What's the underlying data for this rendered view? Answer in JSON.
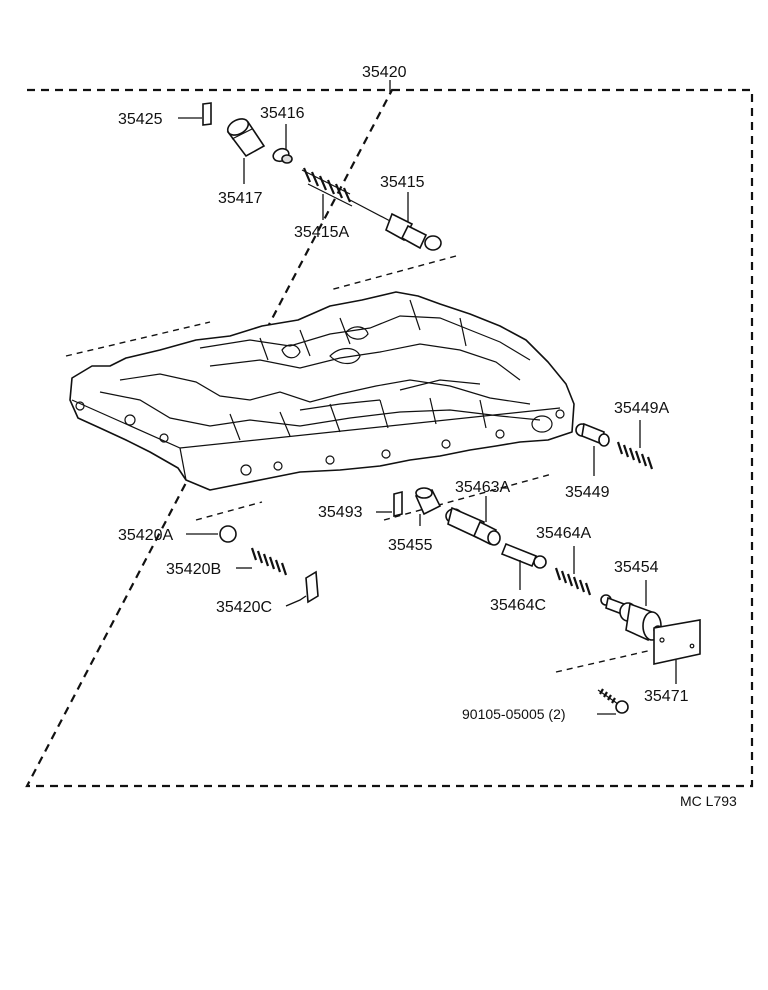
{
  "diagram": {
    "assembly_number": "35420",
    "reference_code": "MC L793",
    "callouts": {
      "c35425": "35425",
      "c35416": "35416",
      "c35417": "35417",
      "c35415": "35415",
      "c35415A": "35415A",
      "c35449A": "35449A",
      "c35449": "35449",
      "c35463A": "35463A",
      "c35493": "35493",
      "c35455": "35455",
      "c35420A": "35420A",
      "c35464A": "35464A",
      "c35420B": "35420B",
      "c35454": "35454",
      "c35464C": "35464C",
      "c35420C": "35420C",
      "c35471": "35471",
      "c90105": "90105-05005 (2)"
    }
  }
}
